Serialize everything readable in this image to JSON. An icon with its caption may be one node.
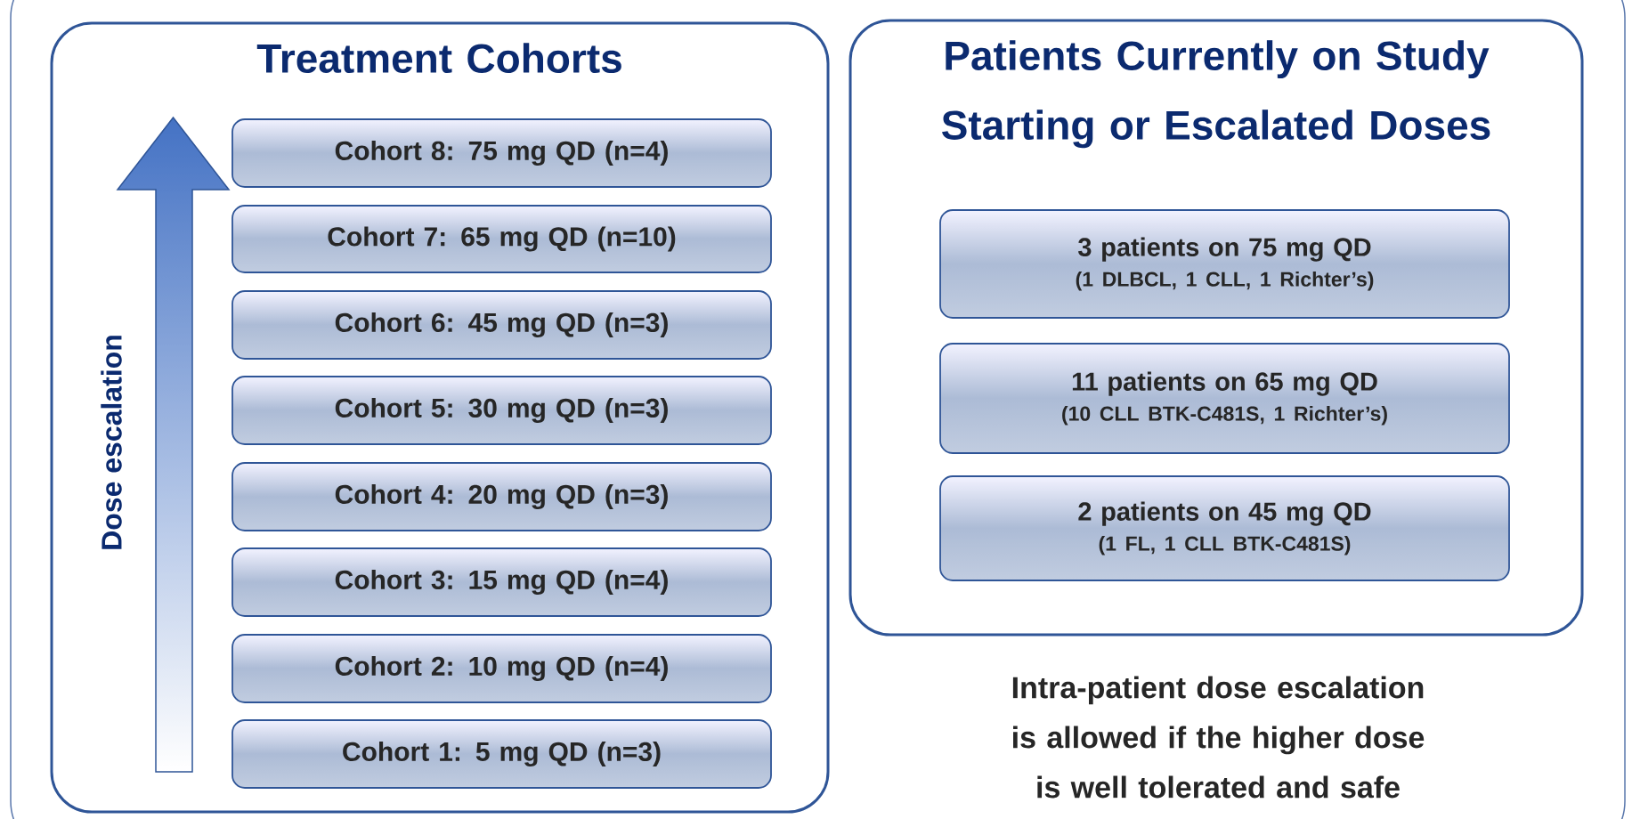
{
  "diagram": {
    "nodes": [
      {
        "text": [
          "Treatment Cohorts"
        ]
      },
      {
        "text": [
          "Cohort 8: 75 mg QD (n=4)"
        ],
        "in": 0
      },
      {
        "text": [
          "Cohort 7: 65 mg QD (n=10)"
        ],
        "in": 0
      },
      {
        "text": [
          "Cohort 6: 45 mg QD (n=3)"
        ],
        "in": 0
      },
      {
        "text": [
          "Cohort 5: 30 mg QD  (n=3)"
        ],
        "in": 0
      },
      {
        "text": [
          "Cohort 4: 20 mg QD (n=3)"
        ],
        "in": 0
      },
      {
        "text": [
          "Cohort 3: 15 mg QD (n=4)"
        ],
        "in": 0
      },
      {
        "text": [
          "Cohort 2: 10 mg QD (n=4)"
        ],
        "in": 0
      },
      {
        "text": [
          "Cohort 1:  5 mg QD (n=3)"
        ],
        "in": 0
      },
      {
        "text": [
          "Patients Currently on Study Starting or Escalated Doses"
        ]
      },
      {
        "text": [
          "3 patients on 75 mg QD",
          "(1 DLBCL, 1 CLL, 1 Richter’s)"
        ],
        "in": 9
      },
      {
        "text": [
          "11 patients on 65 mg QD",
          "(10 CLL BTK-C481S, 1 Richter’s)"
        ],
        "in": 9
      },
      {
        "text": [
          "2 patients on 45 mg QD",
          "(1 FL, 1 CLL BTK-C481S)"
        ],
        "in": 9
      }
    ],
    "labels": [
      "Dose escalation",
      "Intra-patient dose escalation is allowed if the higher dose is well tolerated and safe"
    ]
  }
}
